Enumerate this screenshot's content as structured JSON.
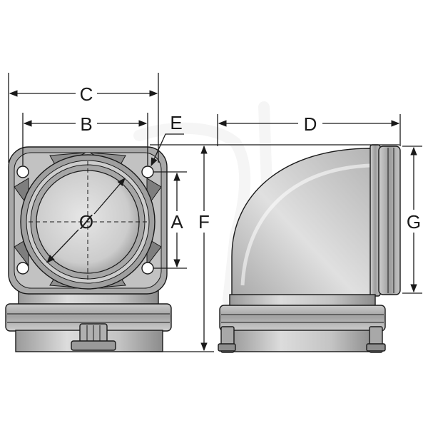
{
  "labels": {
    "a": "A",
    "b": "B",
    "c": "C",
    "d": "D",
    "e": "E",
    "f": "F",
    "g": "G",
    "diameter": "Ø"
  },
  "colors": {
    "outline": "#1a1a1a",
    "body_light": "#d9d9d9",
    "body_mid": "#b5b5b5",
    "body_dark": "#8a8a8a",
    "watermark": "#efefef"
  }
}
